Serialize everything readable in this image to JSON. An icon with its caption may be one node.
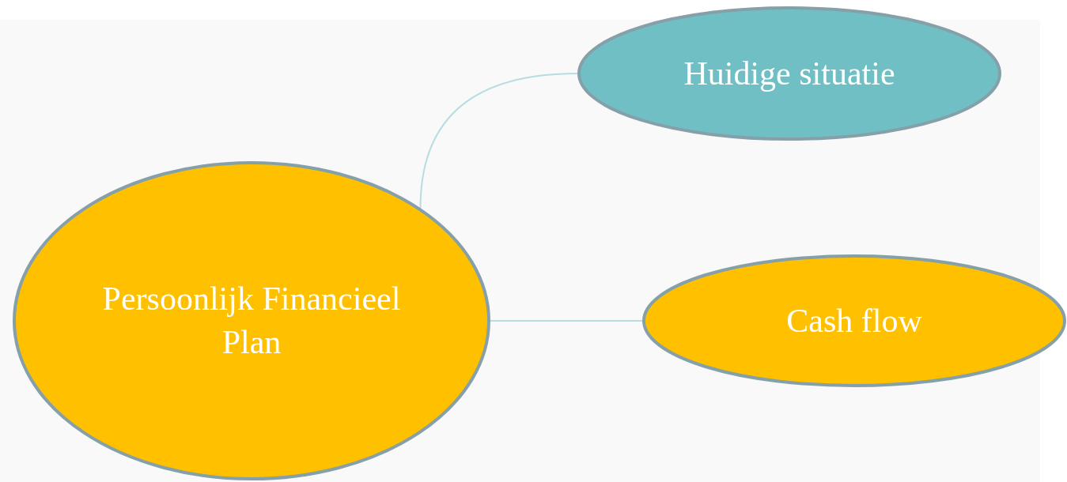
{
  "diagram": {
    "nodes": [
      {
        "text": [
          "Persoonlijk Financieel Plan"
        ]
      },
      {
        "text": [
          "Huidige situatie"
        ]
      },
      {
        "text": [
          "Cash flow"
        ]
      }
    ],
    "edges": [
      {
        "from": 0,
        "to": 1,
        "arrow": "none"
      },
      {
        "from": 0,
        "to": 2,
        "arrow": "none"
      }
    ]
  }
}
